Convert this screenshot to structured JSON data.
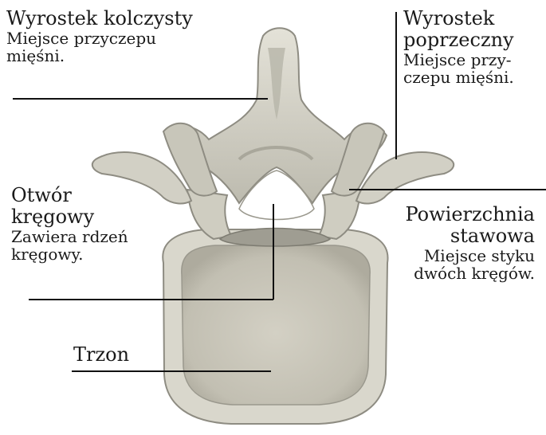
{
  "labels": {
    "spinous": {
      "title": "Wyrostek kolczysty",
      "desc_1": "Miejsce przyczepu",
      "desc_2": "mięśni."
    },
    "transverse": {
      "title_1": "Wyrostek",
      "title_2": "poprzeczny",
      "desc_1": "Miejsce przy-",
      "desc_2": "czepu mięśni."
    },
    "foramen": {
      "title_1": "Otwór",
      "title_2": "kręgowy",
      "desc_1": "Zawiera rdzeń",
      "desc_2": "kręgowy."
    },
    "articular": {
      "title_1": "Powierzchnia",
      "title_2": "stawowa",
      "desc_1": "Miejsce styku",
      "desc_2": "dwóch kręgów."
    },
    "body": {
      "title": "Trzon"
    }
  },
  "colors": {
    "bone": "#d8d6cb",
    "bone_dark": "#a9a79b",
    "bone_shadow": "#8a897f",
    "body_fill": "#c9c6ba",
    "leader": "#111111",
    "text": "#1a1a1a"
  }
}
